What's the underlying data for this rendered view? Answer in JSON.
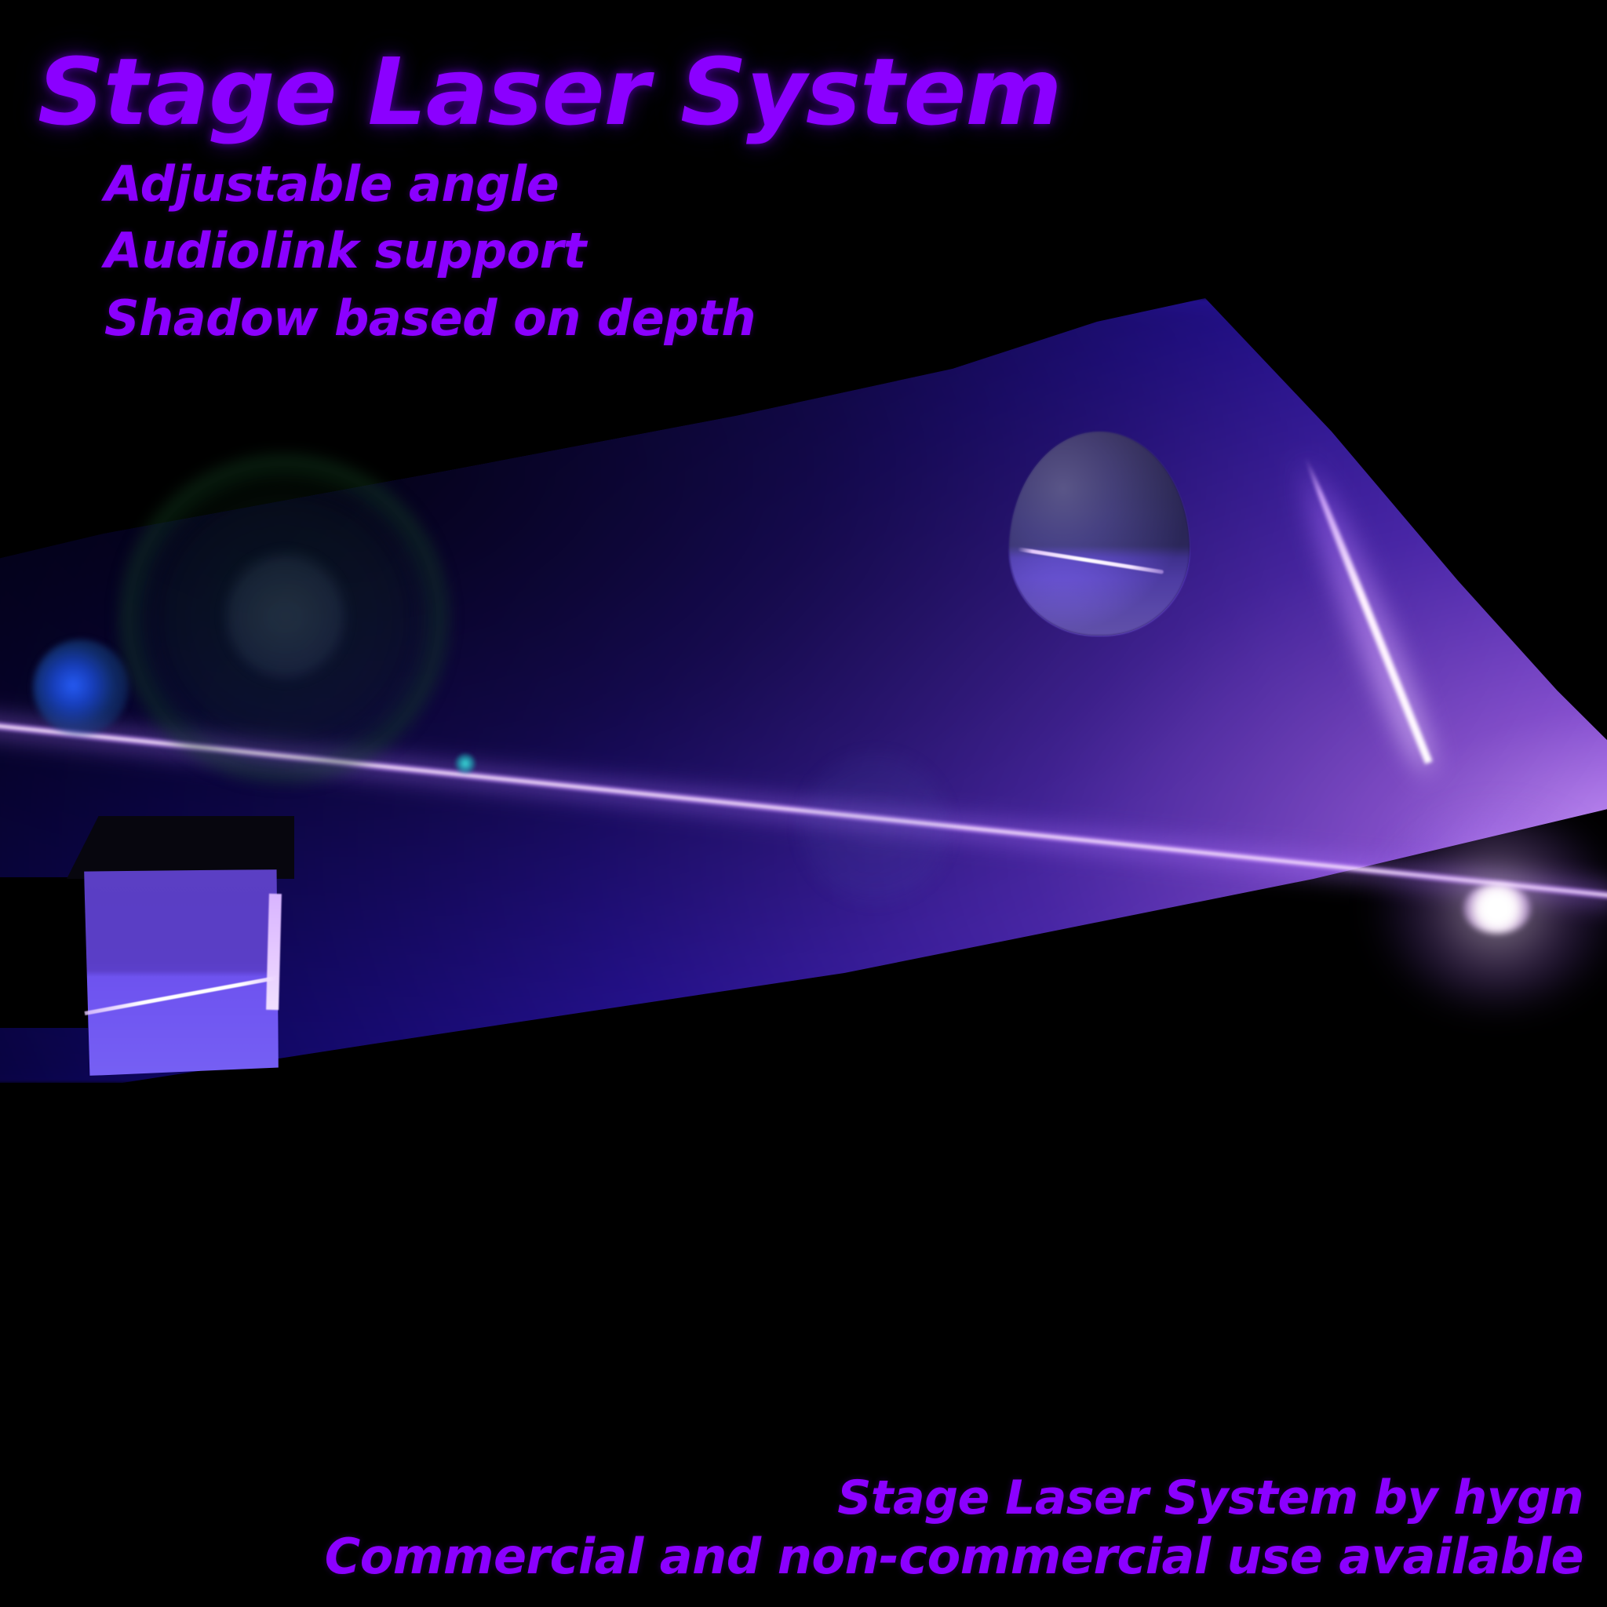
{
  "title": "Stage Laser System",
  "features": [
    "Adjustable angle",
    "Audiolink support",
    "Shadow based on depth"
  ],
  "footer": {
    "credit": "Stage Laser System by hygn",
    "license": "Commercial and non-commercial use available"
  },
  "colors": {
    "background": "#000000",
    "text_purple": "#8b00ff",
    "beam_core": "#ffffff",
    "beam_edge": "#e6c8ff",
    "fan_near": "#b87dff",
    "fan_far": "#1a0a9b",
    "cube_face": "#6048d8",
    "sphere_lit": "#7e66f0",
    "sphere_shadow": "#3a3368",
    "flare_blue": "#2860ff",
    "flare_teal": "#3ce8e0",
    "flare_green": "#16532a"
  },
  "scene": {
    "emitter_label": "laser-emitter-hotspot",
    "objects": [
      {
        "name": "light-fan",
        "description": "volumetric purple laser sheet fanning from the right emitter"
      },
      {
        "name": "sphere",
        "description": "egg-shaped sphere intersected by the laser plane"
      },
      {
        "name": "cube",
        "description": "cube lit by the laser plane with bright cut line"
      },
      {
        "name": "lens-flares",
        "description": "blue orb, green rings, teal dot, pale discs"
      }
    ]
  }
}
